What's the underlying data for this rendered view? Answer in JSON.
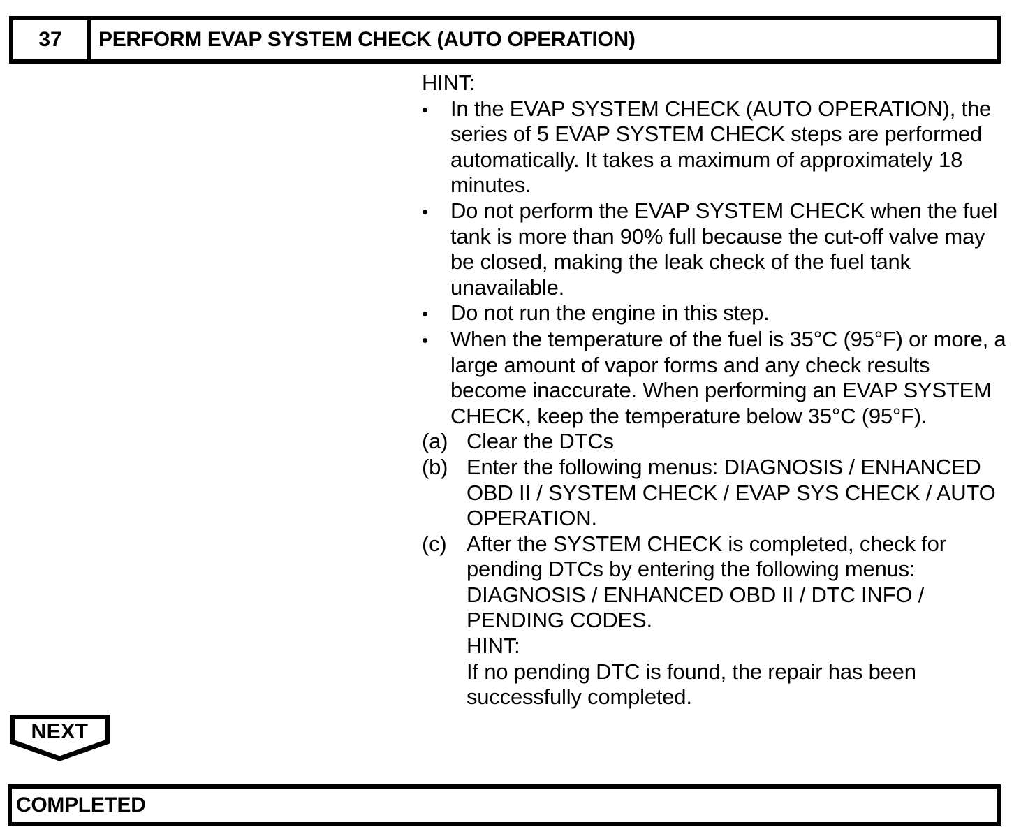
{
  "header": {
    "step_number": "37",
    "title": "PERFORM EVAP SYSTEM CHECK (AUTO OPERATION)"
  },
  "content": {
    "blocks": [
      {
        "style": "b-label",
        "marker": "",
        "lines": [
          "HINT:"
        ]
      },
      {
        "style": "b-bullet",
        "marker": "•",
        "lines": [
          "In the EVAP SYSTEM CHECK (AUTO OPERATION), the",
          "series of 5 EVAP SYSTEM CHECK steps are performed",
          "automatically. It takes a maximum of approximately 18",
          "minutes."
        ]
      },
      {
        "style": "b-bullet",
        "marker": "•",
        "lines": [
          "Do not perform the EVAP SYSTEM CHECK when the fuel",
          "tank is more than 90% full because the cut-off valve may",
          "be closed, making the leak check of the fuel tank",
          "unavailable."
        ]
      },
      {
        "style": "b-bullet",
        "marker": "•",
        "lines": [
          "Do not run the engine in this step."
        ]
      },
      {
        "style": "b-bullet",
        "marker": "•",
        "lines": [
          "When the temperature of the fuel is 35°C (95°F) or more, a",
          "large amount of vapor forms and any check results",
          "become inaccurate. When performing an EVAP SYSTEM",
          "CHECK, keep the temperature below 35°C (95°F)."
        ]
      },
      {
        "style": "b-lettered",
        "marker": "(a)",
        "lines": [
          "Clear the DTCs"
        ]
      },
      {
        "style": "b-lettered",
        "marker": "(b)",
        "lines": [
          "Enter the following menus: DIAGNOSIS / ENHANCED",
          "OBD II / SYSTEM CHECK / EVAP SYS CHECK / AUTO",
          "OPERATION."
        ]
      },
      {
        "style": "b-lettered",
        "marker": "(c)",
        "lines": [
          "After the SYSTEM CHECK is completed, check for",
          "pending DTCs by entering the following menus:",
          "DIAGNOSIS / ENHANCED OBD II / DTC INFO /",
          "PENDING CODES."
        ]
      },
      {
        "style": "b-plain",
        "marker": "",
        "lines": [
          "HINT:",
          "If no pending DTC is found, the repair has been",
          "successfully completed."
        ]
      }
    ]
  },
  "next_button": {
    "label": "NEXT"
  },
  "completed_bar": {
    "label": "COMPLETED"
  },
  "colors": {
    "ink": "#000000",
    "paper": "#ffffff"
  }
}
